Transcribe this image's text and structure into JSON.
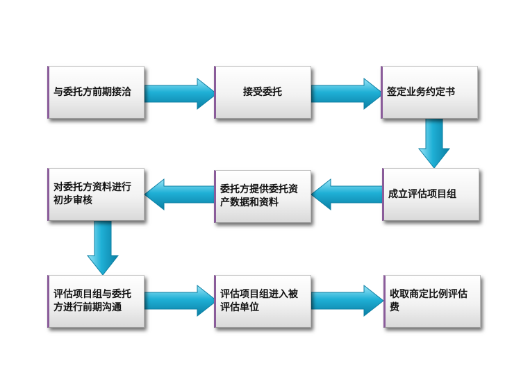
{
  "colors": {
    "arrow_fill": "#1fb0d6",
    "arrow_dark": "#0b7fa3",
    "box_accent": "#8a5c9a"
  },
  "steps": [
    {
      "id": "s1",
      "label": "与委托方前期接洽"
    },
    {
      "id": "s2",
      "label": "接受委托"
    },
    {
      "id": "s3",
      "label": "签定业务约定书"
    },
    {
      "id": "s4",
      "label": "成立评估项目组"
    },
    {
      "id": "s5",
      "label": "委托方提供委托资产数据和资料"
    },
    {
      "id": "s6",
      "label": "对委托方资料进行初步审核"
    },
    {
      "id": "s7",
      "label": "评估项目组与委托方进行前期沟通"
    },
    {
      "id": "s8",
      "label": "评估项目组进入被评估单位"
    },
    {
      "id": "s9",
      "label": "收取商定比例评估费"
    }
  ],
  "arrows": [
    {
      "from": "s1",
      "to": "s2",
      "direction": "right"
    },
    {
      "from": "s2",
      "to": "s3",
      "direction": "right"
    },
    {
      "from": "s3",
      "to": "s4",
      "direction": "down"
    },
    {
      "from": "s4",
      "to": "s5",
      "direction": "left"
    },
    {
      "from": "s5",
      "to": "s6",
      "direction": "left"
    },
    {
      "from": "s6",
      "to": "s7",
      "direction": "down"
    },
    {
      "from": "s7",
      "to": "s8",
      "direction": "right"
    },
    {
      "from": "s8",
      "to": "s9",
      "direction": "right"
    }
  ]
}
